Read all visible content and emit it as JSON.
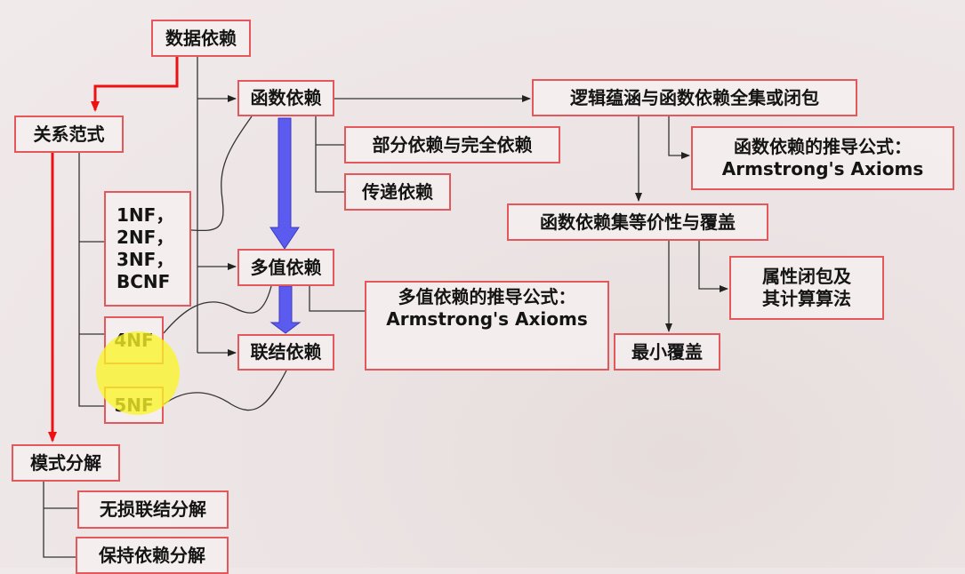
{
  "nodes": {
    "data_dependency": "数据依赖",
    "relational_normal_forms": "关系范式",
    "functional_dependency": "函数依赖",
    "partial_full_dependency": "部分依赖与完全依赖",
    "transitive_dependency": "传递依赖",
    "nf_1_2_3_bc": "1NF，\n2NF，\n3NF，\nBCNF",
    "multivalued_dependency": "多值依赖",
    "nf4": "4NF",
    "nf5": "5NF",
    "join_dependency": "联结依赖",
    "mvd_axioms": "多值依赖的推导公式：\nArmstrong's Axioms",
    "logical_implication_closure": "逻辑蕴涵与函数依赖全集或闭包",
    "fd_axioms": "函数依赖的推导公式：\nArmstrong's Axioms",
    "fd_equivalence_cover": "函数依赖集等价性与覆盖",
    "attribute_closure": "属性闭包及\n其计算算法",
    "minimal_cover": "最小覆盖",
    "schema_decomposition": "模式分解",
    "lossless_join": "无损联结分解",
    "dependency_preserving": "保持依赖分解"
  },
  "colors": {
    "box_border": "#e4575a",
    "red_arrow": "#ee1111",
    "blue_arrow": "#5b5bef",
    "highlight": "#faf528"
  }
}
